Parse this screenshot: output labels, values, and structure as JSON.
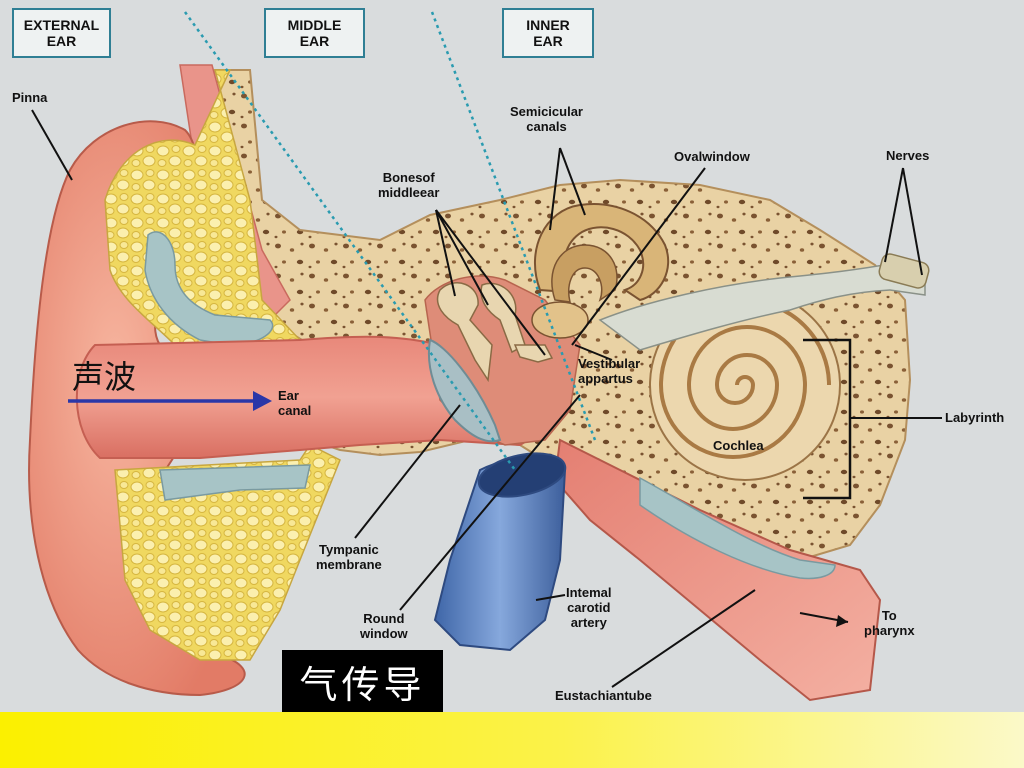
{
  "sections": {
    "external": "EXTERNAL\nEAR",
    "middle": "MIDDLE\nEAR",
    "inner": "INNER\nEAR"
  },
  "labels": {
    "pinna": "Pinna",
    "semicircular": "Semicicular\ncanals",
    "bones": "Bonesof\nmiddleear",
    "oval_window": "Ovalwindow",
    "nerves": "Nerves",
    "vestibular": "Vestibular\nappartus",
    "ear_canal": "Ear\ncanal",
    "labyrinth": "Labyrinth",
    "cochlea": "Cochlea",
    "tympanic": "Tympanic\nmembrane",
    "round_window": "Round\nwindow",
    "carotid": "Intemal\ncarotid\nartery",
    "pharynx": "To\npharynx",
    "eustachian": "Eustachiantube"
  },
  "cn": {
    "sound": "声波",
    "air_conduction": "气传导"
  },
  "colors": {
    "skin": "#e8907c",
    "bone": "#e7cfa0",
    "fat": "#f2dd70",
    "vessel": "#5f86c4",
    "accent_line": "#2a9bb0",
    "arrow": "#2a37a8"
  }
}
